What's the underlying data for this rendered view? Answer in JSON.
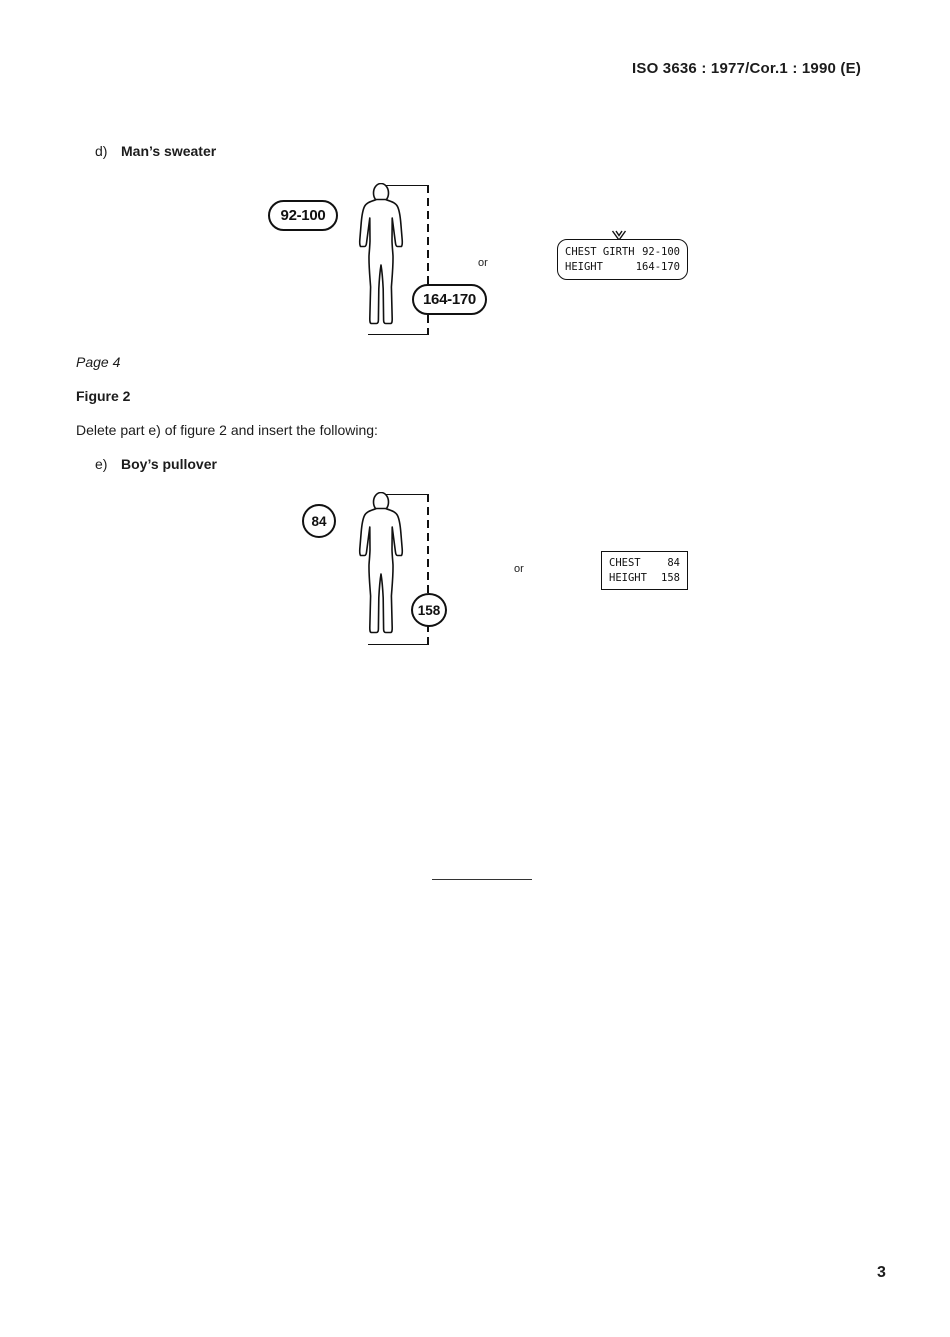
{
  "header": {
    "title": "ISO 3636 : 1977/Cor.1 : 1990 (E)"
  },
  "part_d": {
    "letter": "d)",
    "title": "Man’s sweater",
    "chest_bubble": "92-100",
    "height_bubble": "164-170",
    "or_label": "or",
    "tag": {
      "rows": [
        {
          "label": "CHEST GIRTH",
          "value": "92-100"
        },
        {
          "label": "HEIGHT",
          "value": "164-170"
        }
      ]
    }
  },
  "edit_note": {
    "page_ref": "Page 4",
    "figure_ref": "Figure 2",
    "instruction": "Delete part e) of figure 2 and insert the following:"
  },
  "part_e": {
    "letter": "e)",
    "title": "Boy’s pullover",
    "chest_bubble": "84",
    "height_bubble": "158",
    "or_label": "or",
    "tag": {
      "rows": [
        {
          "label": "CHEST",
          "value": "84"
        },
        {
          "label": "HEIGHT",
          "value": "158"
        }
      ]
    }
  },
  "footer": {
    "page_number": "3"
  }
}
